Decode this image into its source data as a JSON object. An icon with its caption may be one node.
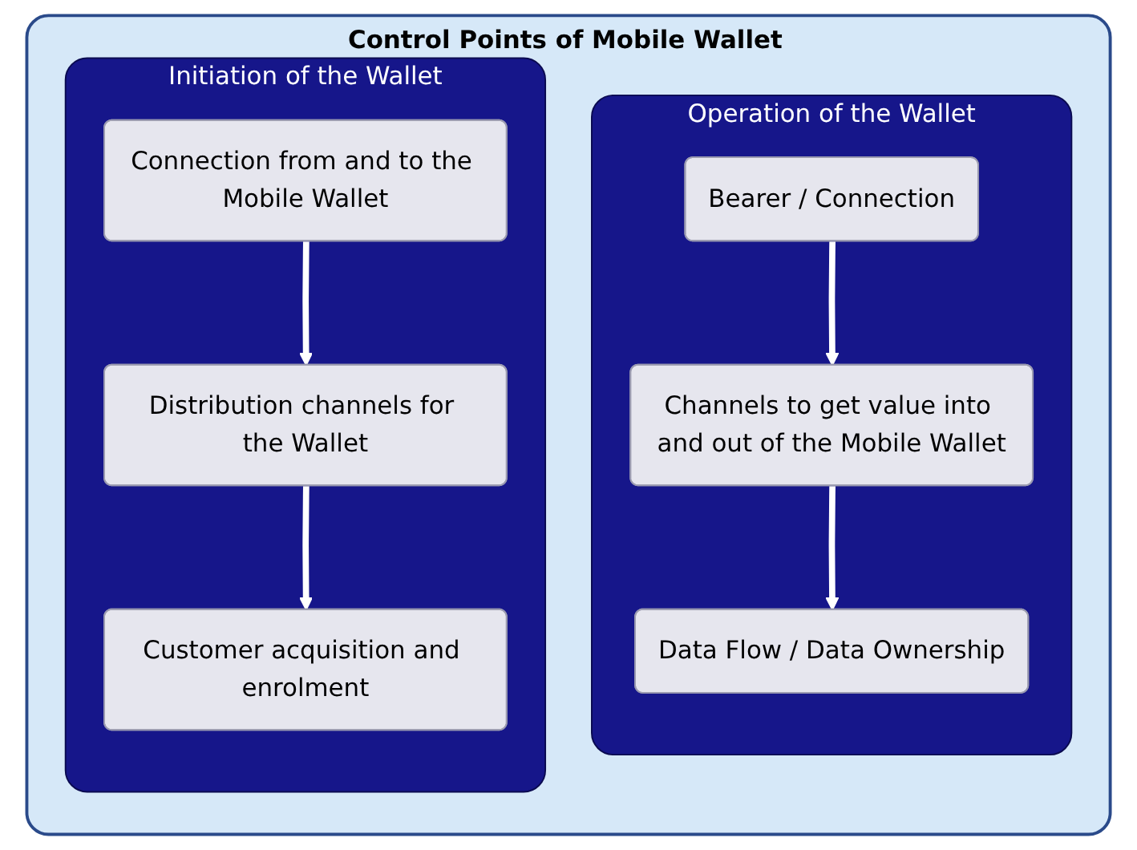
{
  "diagram": {
    "nodes": [
      {
        "text": [
          "Control Points of Mobile Wallet"
        ]
      },
      {
        "text": [
          "Initiation of the Wallet"
        ],
        "in": 0
      },
      {
        "text": [
          "Connection from and to the Mobile Wallet"
        ],
        "in": 1
      },
      {
        "text": [
          "Distribution channels for the Wallet"
        ],
        "in": 1
      },
      {
        "text": [
          "Customer acquisition and enrolment"
        ],
        "in": 1
      },
      {
        "text": [
          "Operation of the Wallet"
        ],
        "in": 0
      },
      {
        "text": [
          "Bearer / Connection"
        ],
        "in": 5
      },
      {
        "text": [
          "Channels to get value into and out of the Mobile Wallet"
        ],
        "in": 5
      },
      {
        "text": [
          "Data Flow / Data Ownership"
        ],
        "in": 5
      }
    ],
    "edges": [
      {
        "from": 2,
        "to": 3,
        "arrow": "to"
      },
      {
        "from": 3,
        "to": 4,
        "arrow": "to"
      },
      {
        "from": 6,
        "to": 7,
        "arrow": "to"
      },
      {
        "from": 7,
        "to": 8,
        "arrow": "to"
      }
    ]
  }
}
